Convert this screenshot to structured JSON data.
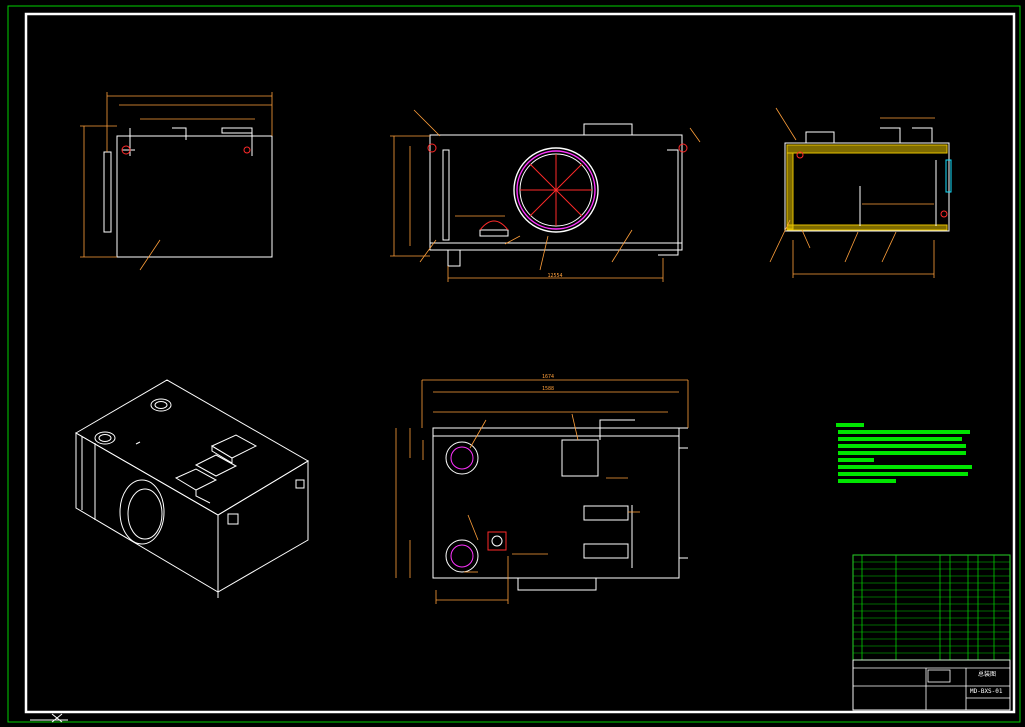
{
  "sheet": {
    "background": "#000000",
    "frame_color": "#00ff00",
    "line_color": "#ffffff",
    "dim_color": "#ff9f3a",
    "accent_red": "#ff2a2a",
    "accent_magenta": "#ff33ff",
    "hatch_yellow": "#e6c200",
    "accent_cyan": "#19e0ff"
  },
  "dimensions": {
    "bottom_view_overall": "1674",
    "bottom_view_inner": "1588",
    "front_view_base": "12554"
  },
  "title_block": {
    "drawing_number": "MD-BXS-01",
    "drawing_name": "总装图"
  }
}
